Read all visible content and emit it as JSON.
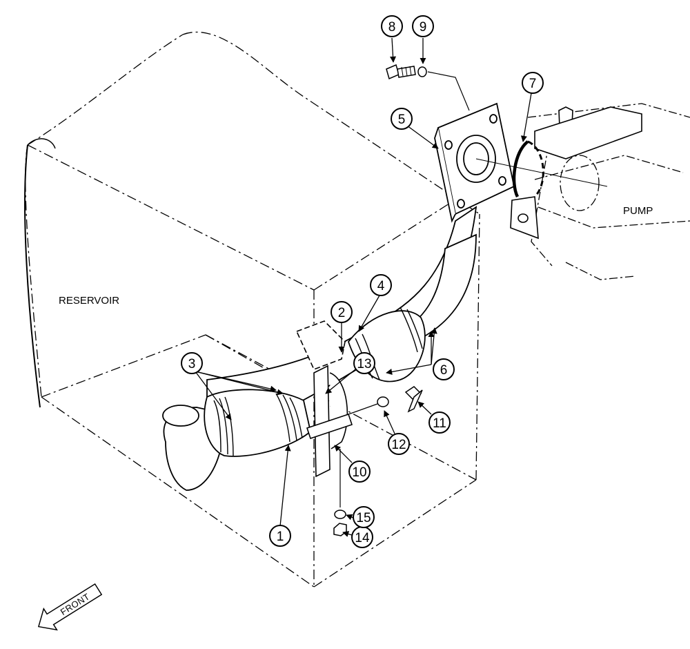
{
  "labels": {
    "reservoir": "RESERVOIR",
    "pump": "PUMP",
    "front": "FRONT"
  },
  "callouts": [
    {
      "id": "c1",
      "text": "1"
    },
    {
      "id": "c2",
      "text": "2"
    },
    {
      "id": "c3",
      "text": "3"
    },
    {
      "id": "c4",
      "text": "4"
    },
    {
      "id": "c5",
      "text": "5"
    },
    {
      "id": "c6",
      "text": "6"
    },
    {
      "id": "c7",
      "text": "7"
    },
    {
      "id": "c8",
      "text": "8"
    },
    {
      "id": "c9",
      "text": "9"
    },
    {
      "id": "c10",
      "text": "10"
    },
    {
      "id": "c11",
      "text": "11"
    },
    {
      "id": "c12",
      "text": "12"
    },
    {
      "id": "c13",
      "text": "13"
    },
    {
      "id": "c14",
      "text": "14"
    },
    {
      "id": "c15",
      "text": "15"
    }
  ]
}
